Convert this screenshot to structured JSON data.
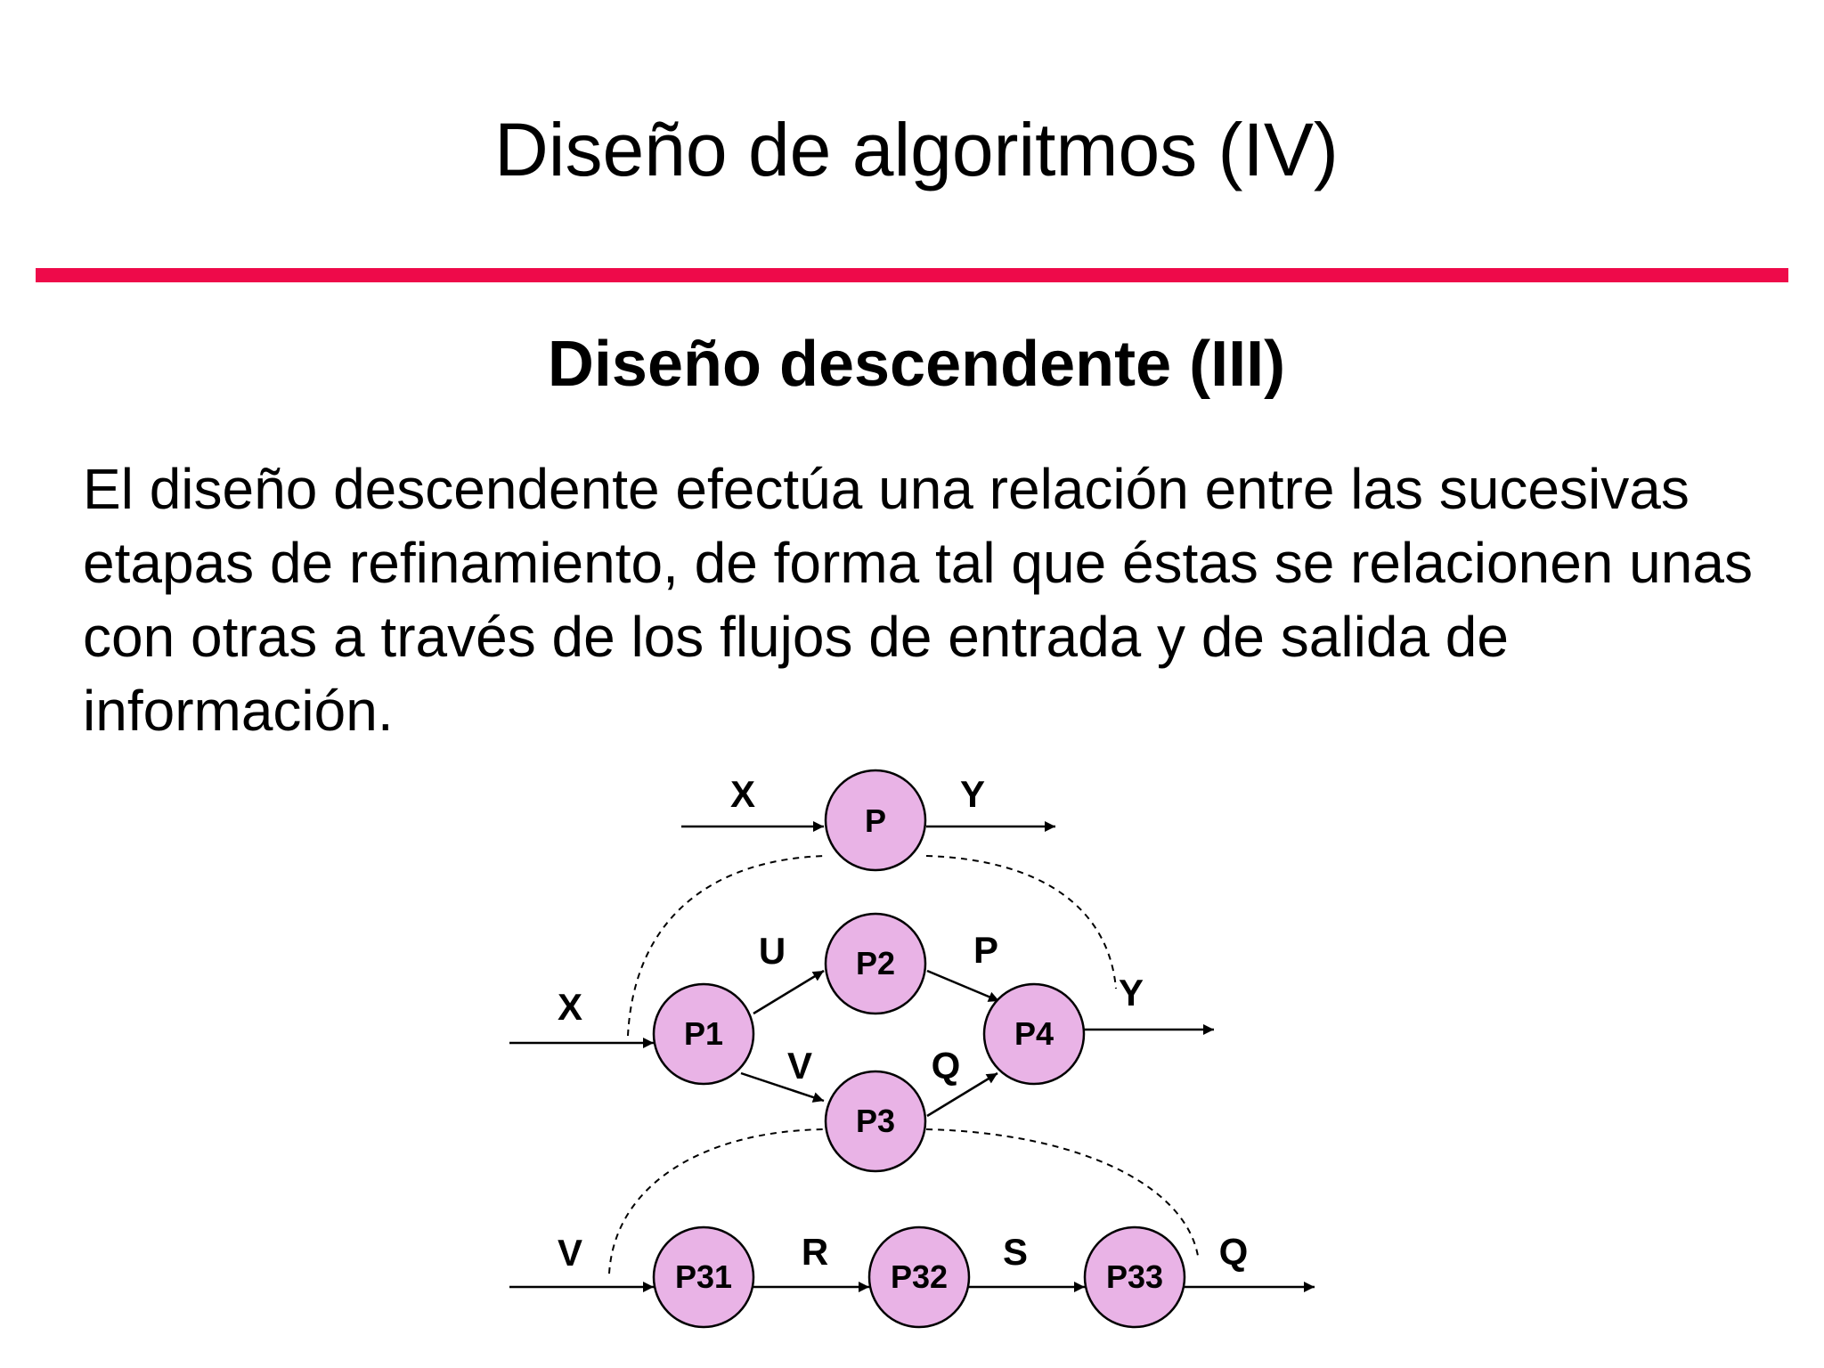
{
  "slide": {
    "title": "Diseño de algoritmos (IV)",
    "subtitle": "Diseño descendente (III)",
    "paragraph": "El diseño descendente efectúa una relación entre las sucesivas etapas de refinamiento, de forma tal que éstas se relacionen unas con otras a través de los flujos de entrada y de salida de información."
  },
  "colors": {
    "accent_rule": "#ee0a4a",
    "node_fill": "#e9b3e6",
    "node_stroke": "#000000"
  },
  "diagram": {
    "level1": {
      "node": "P",
      "input_label": "X",
      "output_label": "Y"
    },
    "level2": {
      "nodes": [
        "P1",
        "P2",
        "P3",
        "P4"
      ],
      "input_label": "X",
      "p1_p2_label": "U",
      "p1_p3_label": "V",
      "p2_p4_label": "P",
      "p3_p4_label": "Q",
      "output_label": "Y"
    },
    "level3": {
      "nodes": [
        "P31",
        "P32",
        "P33"
      ],
      "input_label": "V",
      "p31_p32_label": "R",
      "p32_p33_label": "S",
      "output_label": "Q"
    }
  }
}
